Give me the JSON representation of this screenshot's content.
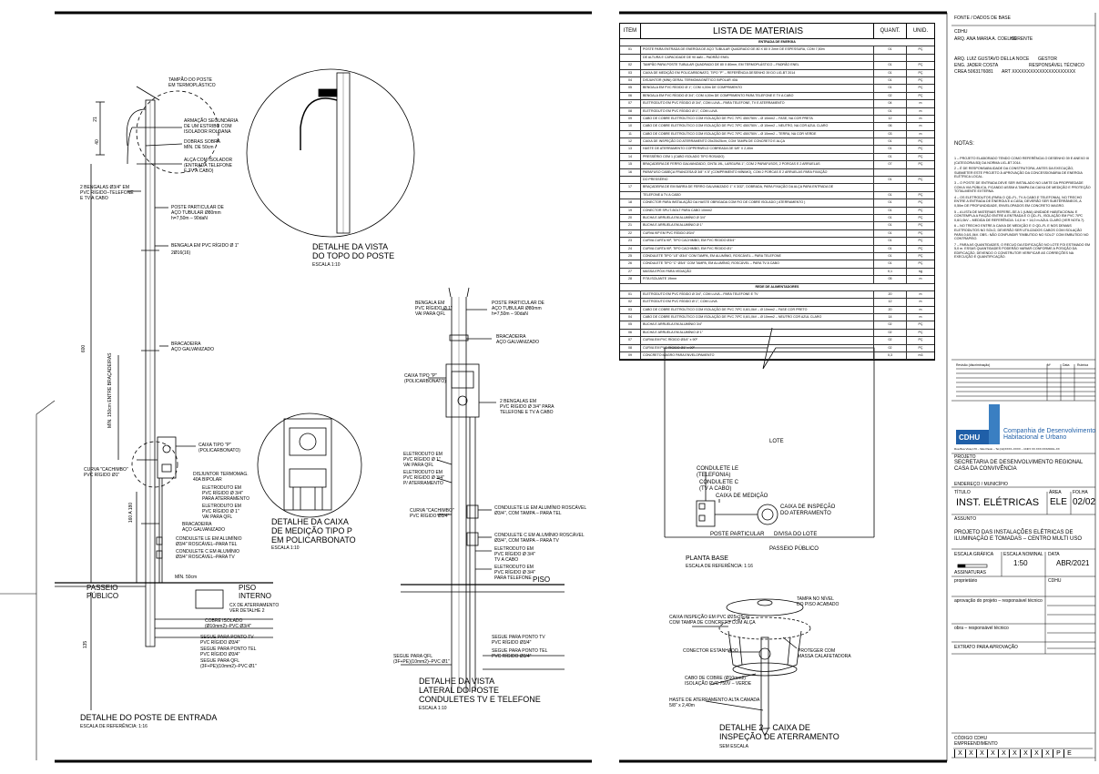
{
  "materials": {
    "headers": {
      "item": "ITEM",
      "title": "LISTA DE MATERIAIS",
      "qty": "QUANT.",
      "unit": "UNID."
    },
    "section1": "ENTRADA DE ENERGIA",
    "rows1": [
      {
        "n": "01",
        "d": "POSTE PARA ENTRADA DE ENERGIA DE AÇO TUBULAR QUADRADO DE 80 X 80 X 2mm DE ESPESSURA, COM 7,50m",
        "q": "01",
        "u": "PÇ"
      },
      {
        "n": "",
        "d": "DE ALTURA E CAPACIDADE DE 90 daN – PADRÃO ENEL",
        "q": "",
        "u": ""
      },
      {
        "n": "02",
        "d": "TAMPÃO PARA POSTE TUBULAR QUADRADO DE 80 X 80mm, EM TERMOPLÁSTICO – PADRÃO ENEL",
        "q": "01",
        "u": "PÇ"
      },
      {
        "n": "03",
        "d": "CAIXA DE MEDIÇÃO EM POLICARBONATO, TIPO \"P\" – REFERÊNCIA DESENHO 39 DO LIG-BT 2014",
        "q": "01",
        "u": "PÇ"
      },
      {
        "n": "04",
        "d": "DISJUNTOR (MINI) GERAL TERMOMAGNÉTICO BIPOLAR 40A",
        "q": "01",
        "u": "PÇ"
      },
      {
        "n": "05",
        "d": "BENGALA EM PVC RÍGIDO Ø 1\", COM 4,00m DE COMPRIMENTO",
        "q": "01",
        "u": "PÇ"
      },
      {
        "n": "06",
        "d": "BENGALA EM PVC RÍGIDO Ø 3/4\", COM 4,00m DE COMPRIMENTO PARA TELEFONE E TV A CABO",
        "q": "02",
        "u": "PÇ"
      },
      {
        "n": "07",
        "d": "ELETRODUTO EM PVC RÍGIDO Ø 3/4\", COM LUVA – PARA TELEFONE, TV E ATERRAMENTO",
        "q": "04",
        "u": "m"
      },
      {
        "n": "08",
        "d": "ELETRODUTO EM PVC RÍGIDO Ø 1\", COM LUVA",
        "q": "01",
        "u": "m"
      },
      {
        "n": "09",
        "d": "CABO DE COBRE ELETROLÍTICO COM ISOLAÇÃO DE PVC 70ºC 450/750V – Ø 10mm2 – FASE, NA COR PRETA",
        "q": "12",
        "u": "m"
      },
      {
        "n": "10",
        "d": "CABO DE COBRE ELETROLÍTICO COM ISOLAÇÃO DE PVC 70ºC 450/750V – Ø 10mm2 – NEUTRO, NA COR AZUL CLARO",
        "q": "06",
        "u": "m"
      },
      {
        "n": "11",
        "d": "CABO DE COBRE ELETROLÍTICO COM ISOLAÇÃO DE PVC 70ºC 450/750V – Ø 10mm2 – TERRA, NA COR VERDE",
        "q": "03",
        "u": "m"
      },
      {
        "n": "12",
        "d": "CAIXA DE INSPEÇÃO DO ATERRAMENTO 25x25x25cm, COM TAMPA DE CONCRETO E ALÇA",
        "q": "01",
        "u": "PÇ"
      },
      {
        "n": "13",
        "d": "HASTE DE ATERRAMENTO COPPERWELD COBREADA DE 5/8\" X 2,40m",
        "q": "01",
        "u": "PÇ"
      },
      {
        "n": "14",
        "d": "PRESSÉRIO CEM 1 (CABO ISOLADO TIPO ROSADO)",
        "q": "01",
        "u": "PÇ"
      },
      {
        "n": "15",
        "d": "BRAÇADEIRA DE FERRO GALVANIZADO, CINTA 19L, LARGURA 1\", COM 2 PARAFUSOS, 2 PORCAS E 2 ARRUELAS",
        "q": "07",
        "u": "PÇ"
      },
      {
        "n": "16",
        "d": "PARAFUSO CABEÇA FRANCESA Ø 3/8\" X 5\" (COMPRIMENTO MÍNIMO), COM 2 PORCAS E 2 ARRUELAS PARA FIXAÇÃO",
        "q": "",
        "u": ""
      },
      {
        "n": "",
        "d": "DO PRESSÉRIO",
        "q": "01",
        "u": "PÇ"
      },
      {
        "n": "17",
        "d": "BRAÇADEIRA DE EM BARRA DE FERRO GALVANIZADO 1\" X 3/32\", DOBRADA, PARA FIXAÇÃO DA ALÇA PARA ENTRADA DE",
        "q": "",
        "u": ""
      },
      {
        "n": "",
        "d": "TELEFONE A TV A CABO",
        "q": "01",
        "u": "PÇ"
      },
      {
        "n": "18",
        "d": "CONECTOR PARA INSTALAÇÃO DA HASTE OBRIGADA COM FIO DE COBRE ISOLADO ( ATERRAMENTO )",
        "q": "01",
        "u": "PÇ"
      },
      {
        "n": "19",
        "d": "CONECTOR SPLIT-BOLT PARA CABO 10mm2",
        "q": "01",
        "u": "PÇ"
      },
      {
        "n": "20",
        "d": "BUCHA E ARRUELA EM ALUMÍNIO Ø 3/4\"",
        "q": "01",
        "u": "PÇ"
      },
      {
        "n": "21",
        "d": "BUCHA E ARRUELA EM ALUMÍNIO Ø 1\"",
        "q": "01",
        "u": "PÇ"
      },
      {
        "n": "22",
        "d": "CURVA 90º EM PVC RÍGIDO Ø3/4\"",
        "q": "01",
        "u": "PÇ"
      },
      {
        "n": "23",
        "d": "CURVA CURTA 90º, TIPO CACHIMBO, EM PVC RÍGIDO Ø3/4\"",
        "q": "01",
        "u": "PÇ"
      },
      {
        "n": "24",
        "d": "CURVA CURTA 90º, TIPO CACHIMBO, EM PVC RÍGIDO Ø1\"",
        "q": "01",
        "u": "PÇ"
      },
      {
        "n": "25",
        "d": "CONDULETE TIPO \"LE\" Ø3/4\" COM TAMPA, EM ALUMÍNIO, ROSCÁVEL – PARA TELEFONE",
        "q": "01",
        "u": "PÇ"
      },
      {
        "n": "26",
        "d": "CONDULETE TIPO \"C\" Ø3/4\" COM TAMPA, EM ALUMÍNIO, ROSCÁVEL – PARA TV A CABO",
        "q": "01",
        "u": "PÇ"
      },
      {
        "n": "27",
        "d": "MASSA EPÓXI PARA VEDAÇÃO",
        "q": "0,1",
        "u": "kg"
      },
      {
        "n": "28",
        "d": "FITA ISOLANTE 19mm",
        "q": "05",
        "u": "m"
      }
    ],
    "section2": "REDE DE ALIMENTADORES",
    "rows2": [
      {
        "n": "01",
        "d": "ELETRODUTO EM PVC RÍGIDO Ø 3/4\", COM LUVA – PARA TELEFONE E TV",
        "q": "20",
        "u": "m"
      },
      {
        "n": "02",
        "d": "ELETRODUTO EM PVC RÍGIDO Ø 1\", COM LUVA",
        "q": "12",
        "u": "m"
      },
      {
        "n": "03",
        "d": "CABO DE COBRE ELETROLÍTICO COM ISOLAÇÃO DE PVC 70ºC 0,6/1,0kV – Ø 10mm2 – FASE COR PRETO",
        "q": "20",
        "u": "m"
      },
      {
        "n": "04",
        "d": "CABO DE COBRE ELETROLÍTICO COM ISOLAÇÃO DE PVC 70ºC 0,6/1,0kV – Ø 10mm2 – NEUTRO COR AZUL CLARO",
        "q": "14",
        "u": "m"
      },
      {
        "n": "05",
        "d": "BUCHA E ARRUELA EM ALUMÍNIO 3/4\"",
        "q": "02",
        "u": "PÇ"
      },
      {
        "n": "06",
        "d": "BUCHA E ARRUELA EM ALUMÍNIO Ø 1\"",
        "q": "02",
        "u": "PÇ"
      },
      {
        "n": "07",
        "d": "CURVA EM PVC RÍGIDO Ø3/4\" x 90º",
        "q": "02",
        "u": "PÇ"
      },
      {
        "n": "08",
        "d": "CURVA EM PVC RÍGIDO Ø1\" x 90º",
        "q": "02",
        "u": "PÇ"
      },
      {
        "n": "09",
        "d": "CONCRETO MAGRO PARA ENVELOPAMENTO",
        "q": "0,3",
        "u": "m3"
      }
    ]
  },
  "poste": {
    "tampao": "TAMPÃO DO POSTE\nEM TERMOPLÁSTICO",
    "armacao": "ARMAÇÃO SECUNDÁRIA\nDE UM ESTRIBO COM\nISOLADOR ROLDANA",
    "dobras": "DOBRAS SOBRA\nMÍN. DE 50cm",
    "alca": "ALÇA COM ISOLADOR\n(ENTRADA TELEFONE\nE TV A CABO)",
    "bengalas": "2 BENGALAS Ø3/4\" EM\nPVC RÍGIDO–TELEFONE\nE TV A CABO",
    "poste_part": "POSTE PARTICULAR DE\nAÇO TUBULAR Ø80mm\nh=7,50m – 90daN",
    "bengala1": "BENGALA EM PVC RÍGIDO Ø 1\"",
    "bengala1b": "2Ø16(16)",
    "bracadeira": "BRACADEIRA\nAÇO GALVANIZADO",
    "entre": "MÍN. 150cm ENTRE BRAÇADEIRAS",
    "dim600": "600",
    "dim21": "21",
    "dim_a": "40",
    "curva": "CURVA \"CACHIMBO\"\nPVC RÍGIDO Ø1\"",
    "caixa_p": "CAIXA TIPO \"P\"\n(POLICARBONATO)",
    "disjuntor": "DISJUNTOR TERMOMAG.\n40A BIPOLAR",
    "eletroduto1": "ELETRODUTO EM\nPVC RÍGIDO Ø 3/4\"\nPARA ATERRAMENTO",
    "eletroduto2": "ELETRODUTO EM\nPVC RÍGIDO Ø 1\"\nVAI PARA QFL",
    "brac2": "BRACADEIRA\nAÇO GALVANIZADO",
    "condLE": "CONDULETE LE EM ALUMÍNIO\nØ3/4\" ROSCÁVEL–PARA TEL",
    "condC": "CONDULETE C EM ALUMÍNIO\nØ3/4\" ROSCÁVEL–PARA TV",
    "dim160": "160 A 180",
    "passeio": "PASSEIO\nPÚBLICO",
    "piso": "PISO\nINTERNO",
    "min50": "MÍN. 50cm",
    "cx_aterr": "CX DE ATERRAMENTO\nVER DETALHE 2",
    "cobre": "COBRE ISOLADO\n(Ø10mm2)–PVC Ø3/4\"",
    "seg_tv": "SEGUE PARA PONTO TV\nPVC RÍGIDO Ø3/4\"",
    "seg_tel": "SEGUE PARA PONTO TEL\nPVC RÍGIDO Ø3/4\"",
    "seg_qfl": "SEGUE PARA QFL\n(3F+PE)(10mm2)–PVC Ø1\"",
    "dim135": "135",
    "title": "DETALHE DO POSTE DE ENTRADA",
    "scale": "ESCALA DE REFERÊNCIA: 1:16"
  },
  "topo": {
    "title": "DETALHE DA VISTA\nDO TOPO DO POSTE",
    "scale": "ESCALA 1:10"
  },
  "caixa": {
    "title": "DETALHE DA CAIXA\nDE MEDIÇÃO TIPO P\nEM POLICARBONATO",
    "scale": "ESCALA 1:10"
  },
  "lateral": {
    "bengala": "BENGALA EM\nPVC RÍGIDO Ø 1\"\nVAI PARA QFL",
    "poste": "POSTE PARTICULAR DE\nAÇO TUBULAR Ø80mm\nh=7,50m – 90daN",
    "brac": "BRACADEIRA\nAÇO GALVANIZADO",
    "caixa": "CAIXA TIPO \"P\"\n(POLICARBONATO)",
    "bengalas2": "2 BENGALAS EM\nPVC RÍGIDO Ø 3/4\" PARA\nTELEFONE E TV A CABO",
    "eletr1": "ELETRODUTO EM\nPVC RÍGIDO Ø 1\"\nVAI PARA QFL",
    "eletr2": "ELETRODUTO EM\nPVC RÍGIDO Ø 3/4\"\nP/ ATERRAMENTO",
    "curva": "CURVA \"CACHIMBO\"\nPVC RÍGIDO Ø3/4\"",
    "condLE": "CONDULETE LE EM ALUMÍNIO ROSCÁVEL\nØ3/4\", COM TAMPA – PARA TEL",
    "condC": "CONDULETE C EM ALUMÍNIO ROSCÁVEL\nØ3/4\", COM TAMPA – PARA TV",
    "eletr3": "ELETRODUTO EM\nPVC RÍGIDO Ø 3/4\"\nTV A CABO",
    "eletr4": "ELETRODUTO EM\nPVC RÍGIDO Ø 3/4\"\nPARA TELEFONE",
    "piso": "PISO",
    "seg_tv": "SEGUE PARA PONTO TV\nPVC RÍGIDO Ø3/4\"",
    "seg_tel": "SEGUE PARA PONTO TEL\nPVC RÍGIDO Ø3/4\"",
    "seg_qfl": "SEGUE PARA QFL\n(3F+PE)(10mm2)–PVC Ø1\"",
    "title": "DETALHE DA VISTA\nLATERAL DO POSTE\nCONDULETES TV E TELEFONE",
    "scale": "ESCALA 1:10"
  },
  "planta": {
    "lote": "LOTE",
    "condLE": "CONDULETE LE\n(TELEFONIA)",
    "condC": "CONDULETE C\n(TV A CABO)",
    "caixa_med": "CAIXA DE MEDIÇÃO",
    "caixa_insp": "CAIXA DE INSPEÇÃO\nDO ATERRAMENTO",
    "poste": "POSTE PARTICULAR",
    "divisa": "DIVISA DO LOTE",
    "passeio": "PASSEIO PÚBLICO",
    "title": "PLANTA BASE",
    "scale": "ESCALA DE REFERÊNCIA: 1:16"
  },
  "det2": {
    "tampa": "TAMPA NO NÍVEL\nDO PISO ACABADO",
    "caixa": "CAIXA INSPEÇÃO EM PVC Ø25x25cm\nCOM TAMPA DE CONCRETO COM ALÇA",
    "conector": "CONECTOR ESTANHADO",
    "proteger": "PROTEGER COM\nMASSA CALAFETADORA",
    "cabo": "CABO DE COBRE (Ø10mm2)\nISOLAÇÃO PVC 750V – VERDE",
    "haste": "HASTE DE ATERRAMENTO ALTA CAMADA\n5/8\" x 2,40m",
    "title": "DETALHE 2 – CAIXA DE\nINSPEÇÃO DE ATERRAMENTO",
    "scale": "SEM ESCALA"
  },
  "right": {
    "fonte": "FONTE / DADOS DE BASE",
    "cdhu": "CDHU",
    "arq1": "ARQ. ANA MARIA A. COELHO",
    "arq1r": "GERENTE",
    "arq2": "ARQ. LUIZ GUSTAVO DELLA NOCE",
    "arq2r": "GESTOR",
    "eng": "ENG. JADER COSTA",
    "engr": "RESPONSÁVEL TÉCNICO",
    "crea": "CREA 5063176081",
    "art": "ART XXXXXXXXXXXXXXXXXXXXX",
    "notas": "NOTAS:",
    "notes": [
      "1 – PROJETO ELABORADO TENDO COMO REFERÊNCIA O DESENHO 39 E ANEXO III (CATEGORIA B3) DA NORMA LIG–BT 2014.",
      "2 – É DE RESPONSABILIDADE DA CONSTRUTORA, ANTES DA EXECUÇÃO, SUBMETER ESTE PROJETO À APROVAÇÃO DA CONCESSIONÁRIA DE ENERGIA ELÉTRICA LOCAL.",
      "3 – O POSTE DE ENTRADA DEVE SER INSTALADO NO LIMITE DA PROPRIEDADE COM A VIA PÚBLICA, FICANDO ASSIM A TAMPA DA CAIXA DE MEDIÇÃO E PROTEÇÃO TOTALMENTE EXTERNA.",
      "4 – OS ELETRODUTOS (PARA O QD–FL, TV A CABO E TELEFONIA), NO TRECHO ENTRE A ENTRADA DE ENERGIA E A CASA, DEVERÃO SER SUBTERRÂNEOS, A 0,50m DE PROFUNDIDADE, ENVELOPADOS EM CONCRETO MAGRO.",
      "5 – A LISTA DE MATERIAIS REFERE–SE A 1 (UMA) UNIDADE HABITACIONAL E CONTEMPLA A FIAÇÃO ENTRE A ENTRADA E O QD–FL, ISOLAÇÃO EM PVC 70ºC 0,6/1,0kV – MEDIDA DE REFERÊNCIA: 14,0 m + 14,0 m AZUL CLARO (VER NOTA 7).",
      "6 – NO TRECHO ENTRE A CAIXA DE MEDIÇÃO E O QD–FL E NOS DEMAIS ELETRODUTOS NO SOLO, DEVERÃO SER UTILIZADOS CABOS COM ISOLAÇÃO PARA 0,6/1,0kV. OBS.: NÃO CONFUNDIR \"EMBUTIDO NO SOLO\" COM EMBUTIDO NO CONTRAPISO.",
      "7 – PARA AS QUANTIDADES, O RECUO DA EDIFICAÇÃO NO LOTE FOI ESTIMADO EM 5,0 m. ESSAS QUANTIDADES PODERÃO VARIAR CONFORME A POSIÇÃO DA EDIFICAÇÃO, DEVENDO O CONSTRUTOR VERIFICAR AS CORREÇÕES NA EXECUÇÃO E QUANTIFICAÇÃO."
    ],
    "rev_headers": [
      "Revisão (discriminação)",
      "Nº",
      "Data",
      "Rubrica"
    ],
    "logo_text": "CDHU",
    "company": "Companhia de Desenvolvimento\nHabitacional e Urbano",
    "address": "Rua Boa Vista,170 – São Paulo – Tel.(11)XXXX–XXXX – CNPJ XX.XXX.XXX/0001–XX",
    "projeto_lbl": "PROJETO",
    "projeto": "SECRETARIA DE DESENVOLVIMENTO REGIONAL\nCASA DA CONVIVÊNCIA",
    "endereco_lbl": "ENDEREÇO / MUNICÍPIO",
    "titulo_lbl": "TÍTULO",
    "area_lbl": "ÁREA",
    "folha_lbl": "FOLHA",
    "titulo": "INST. ELÉTRICAS",
    "area": "ELE",
    "folha": "02/02",
    "assunto_lbl": "ASSUNTO",
    "assunto": "PROJETO DAS INSTALAÇÕES ELÉTRICAS DE\nILUMINAÇÃO E TOMADAS – CENTRO MULTI USO",
    "escala_graf": "ESCALA GRÁFICA",
    "escala_nom_lbl": "ESCALA NOMINAL",
    "escala_nom": "1:50",
    "data_lbl": "DATA",
    "data": "ABR/2021",
    "assinaturas": "ASSINATURAS",
    "proprietario": "proprietário",
    "cdhu_lbl": "CDHU",
    "aprov": "aprovação do projeto – responsável técnico",
    "obra": "obra – responsável técnico",
    "extrato": "EXTRATO PARA APROVAÇÃO",
    "codigo_lbl": "CÓDIGO CDHU\nEMPREENDIMENTO",
    "codigo": [
      "X",
      "X",
      "X",
      "X",
      "X",
      "X",
      "X",
      "X",
      "X",
      "P",
      "E"
    ]
  }
}
